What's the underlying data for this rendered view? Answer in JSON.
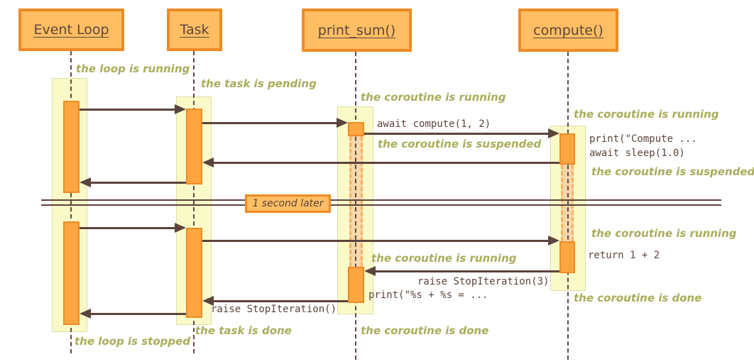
{
  "diagram_title": "asyncio event loop sequence diagram",
  "colors": {
    "header_fill": "#FFBE63",
    "border_orange": "#F08A24",
    "activation_fill": "#FFA640",
    "suspended_fill": "#F7D8AB",
    "suspended_dash": "#FFAE5E",
    "lifeline_band_fill": "#FAFAC8",
    "arrow_dark_brown": "#5B443C",
    "note_olive": "#A9AD5B",
    "background": "#ffffff"
  },
  "participants": [
    {
      "name": "Event Loop"
    },
    {
      "name": "Task"
    },
    {
      "name": "print_sum()"
    },
    {
      "name": "compute()"
    }
  ],
  "divider": {
    "label": "1 second later"
  },
  "notes": [
    {
      "text": "the loop is running"
    },
    {
      "text": "the task is pending"
    },
    {
      "text": "the coroutine is running"
    },
    {
      "text": "the coroutine is suspended"
    },
    {
      "text": "the coroutine is running"
    },
    {
      "text": "the coroutine is suspended"
    },
    {
      "text": "the coroutine is running"
    },
    {
      "text": "the coroutine is running"
    },
    {
      "text": "the coroutine is done"
    },
    {
      "text": "the coroutine is done"
    },
    {
      "text": "the task is done"
    },
    {
      "text": "the loop is stopped"
    }
  ],
  "code_labels": [
    {
      "text": "await compute(1, 2)"
    },
    {
      "text": "print(\"Compute ..."
    },
    {
      "text": "await sleep(1.0)"
    },
    {
      "text": "return 1 + 2"
    },
    {
      "text": "raise StopIteration(3)"
    },
    {
      "text": "print(\"%s + %s = ..."
    },
    {
      "text": "raise StopIteration()"
    }
  ]
}
